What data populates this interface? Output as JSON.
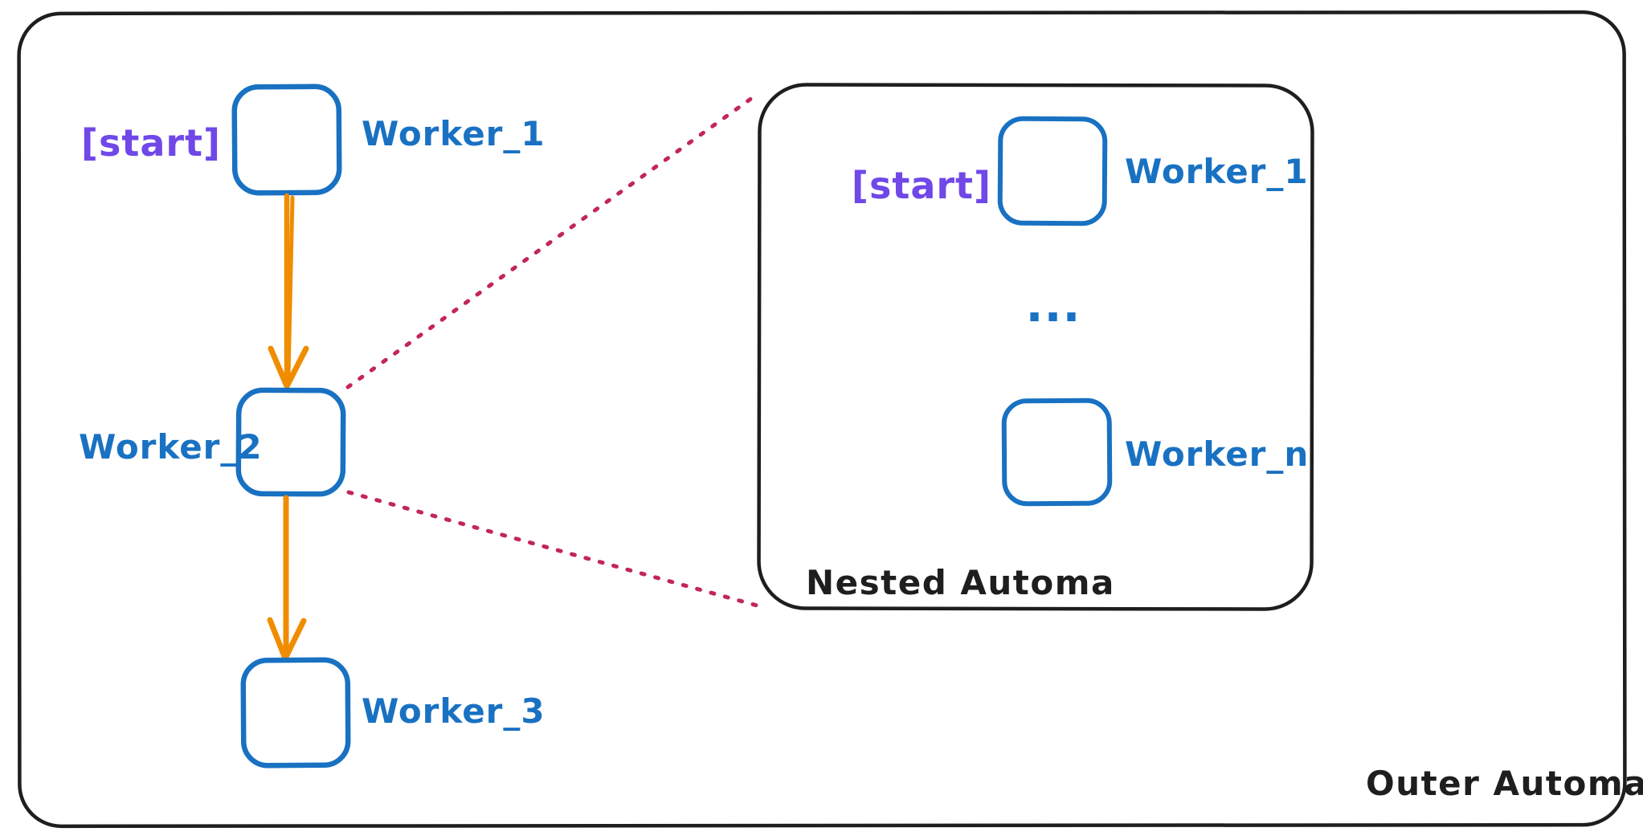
{
  "colors": {
    "ink": "#1e1e1e",
    "blue": "#1971c2",
    "purple": "#7048e8",
    "orange": "#f08c00",
    "crimson": "#c2255c",
    "background": "#ffffff"
  },
  "outer": {
    "label": "Outer Automa"
  },
  "main_flow": {
    "start_tag": "[start]",
    "nodes": [
      {
        "label": "Worker_1"
      },
      {
        "label": "Worker_2"
      },
      {
        "label": "Worker_3"
      }
    ]
  },
  "nested": {
    "label": "Nested Automa",
    "start_tag": "[start]",
    "ellipsis": "...",
    "nodes": [
      {
        "label": "Worker_1"
      },
      {
        "label": "Worker_n"
      }
    ]
  }
}
